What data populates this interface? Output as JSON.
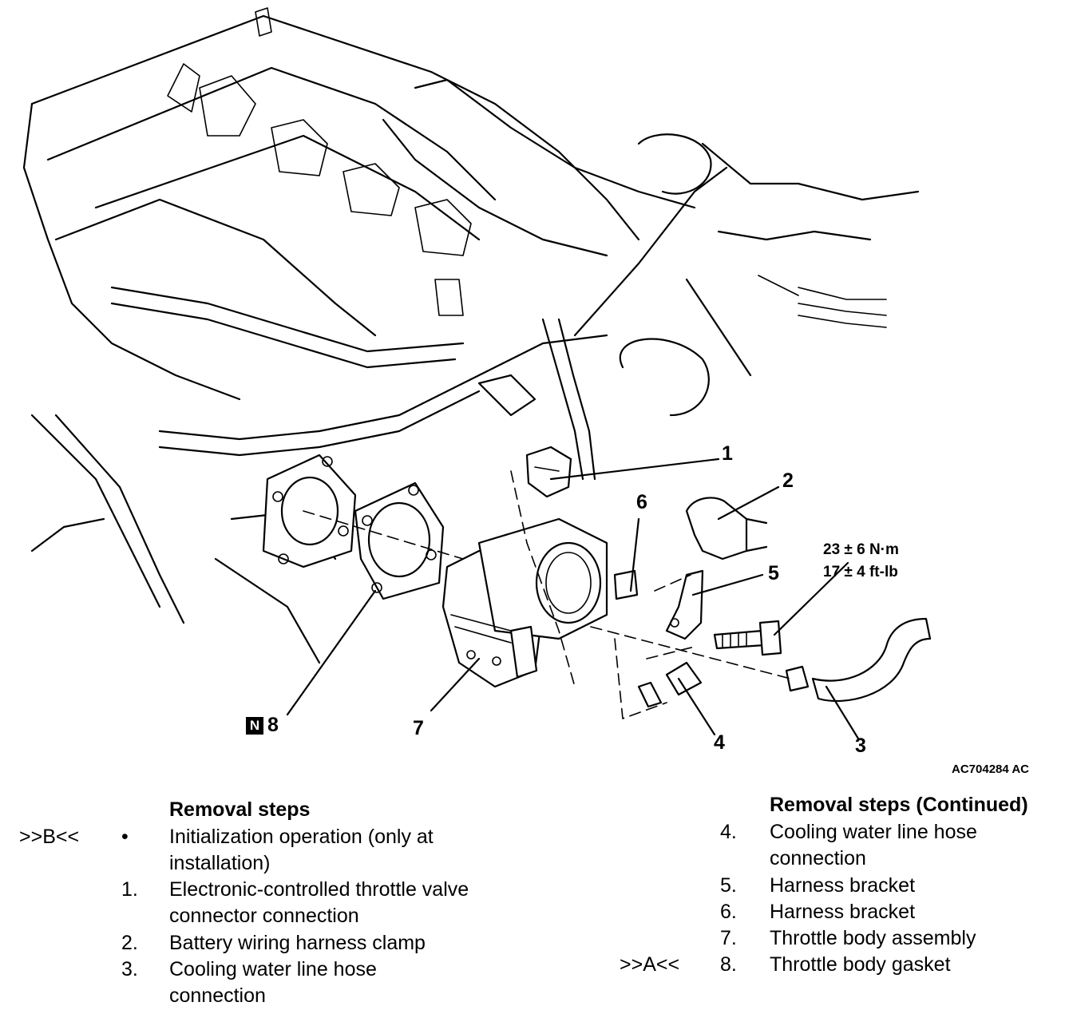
{
  "diagram": {
    "callouts": {
      "c1": "1",
      "c2": "2",
      "c3": "3",
      "c4": "4",
      "c5": "5",
      "c6": "6",
      "c7": "7",
      "c8": "8"
    },
    "n_badge": "N",
    "torque_nm": "23 ± 6 N·m",
    "torque_ftlb": "17 ± 4 ft-lb",
    "figure_code": "AC704284 AC"
  },
  "removal_left": {
    "title": "Removal steps",
    "steps": [
      {
        "mark": ">>B<<",
        "num": "•",
        "text": "Initialization operation (only at installation)"
      },
      {
        "mark": "",
        "num": "1.",
        "text": "Electronic-controlled throttle valve connector connection"
      },
      {
        "mark": "",
        "num": "2.",
        "text": "Battery wiring harness clamp"
      },
      {
        "mark": "",
        "num": "3.",
        "text": "Cooling water line hose connection"
      }
    ]
  },
  "removal_right": {
    "title": "Removal steps (Continued)",
    "steps": [
      {
        "mark": "",
        "num": "4.",
        "text": "Cooling water line hose connection"
      },
      {
        "mark": "",
        "num": "5.",
        "text": "Harness bracket"
      },
      {
        "mark": "",
        "num": "6.",
        "text": "Harness bracket"
      },
      {
        "mark": "",
        "num": "7.",
        "text": "Throttle body assembly"
      },
      {
        "mark": ">>A<<",
        "num": "8.",
        "text": "Throttle body gasket"
      }
    ]
  }
}
